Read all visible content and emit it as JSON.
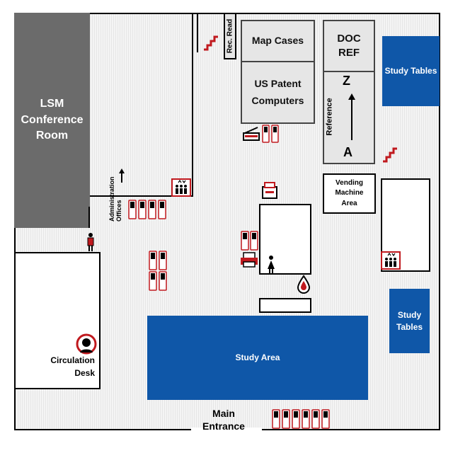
{
  "rooms": {
    "conference": "LSM Conference Room",
    "map_cases": "Map Cases",
    "us_patent": "US Patent Computers",
    "doc_ref": "DOC REF",
    "rec_read": "Rec. Read",
    "vending": "Vending Machine Area",
    "study_tables_top": "Study Tables",
    "study_tables_right": "Study Tables",
    "study_area": "Study Area",
    "circulation": "Circulation Desk",
    "admin_line1": "Administration",
    "admin_line2": "Offices",
    "main_entrance_line1": "Main",
    "main_entrance_line2": "Entrance"
  },
  "reference": {
    "label": "Reference",
    "from": "A",
    "to": "Z"
  },
  "colors": {
    "study_blue": "#0f57a8",
    "conference_gray": "#6b6b6b",
    "icon_red": "#c0191e"
  },
  "icons": [
    "stairs-icon",
    "computer-icon",
    "scanner-icon",
    "printer-icon",
    "copier-icon",
    "elevator-icon",
    "restroom-icon",
    "water-fountain-icon",
    "help-desk-icon"
  ]
}
